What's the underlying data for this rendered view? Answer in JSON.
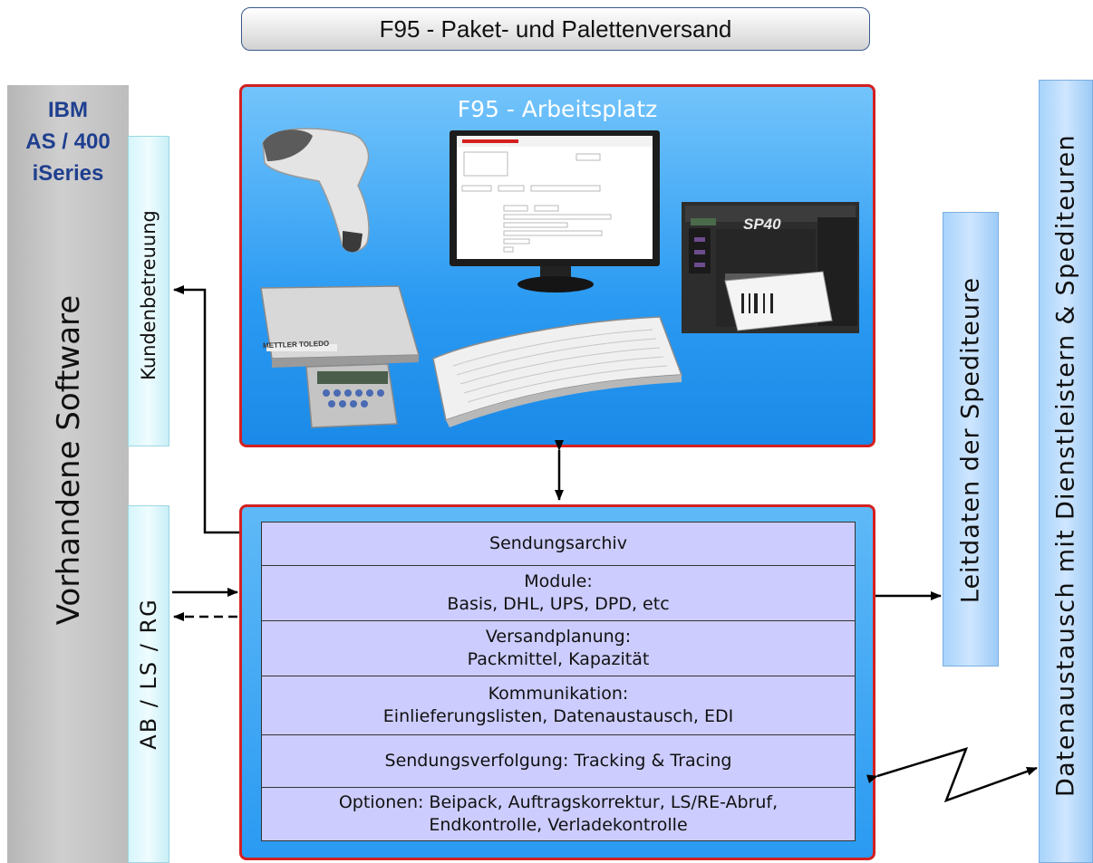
{
  "title": "F95 - Paket- und Palettenversand",
  "left_column": {
    "system_lines": [
      "IBM",
      "AS / 400",
      "iSeries"
    ],
    "label": "Vorhandene Software",
    "tab_top": "Kundenbetreuung",
    "tab_bottom": "AB / LS / RG"
  },
  "workstation": {
    "title": "F95 - Arbeitsplatz",
    "scale_brand": "METTLER TOLEDO",
    "printer_label": "SP40"
  },
  "modules": [
    {
      "lines": [
        "Sendungsarchiv"
      ]
    },
    {
      "lines": [
        "Module:",
        "Basis, DHL, UPS, DPD, etc"
      ]
    },
    {
      "lines": [
        "Versandplanung:",
        "Packmittel, Kapazität"
      ]
    },
    {
      "lines": [
        "Kommunikation:",
        "Einlieferungslisten, Datenaustausch, EDI"
      ]
    },
    {
      "lines": [
        "Sendungsverfolgung: Tracking & Tracing"
      ]
    },
    {
      "lines": [
        "Optionen: Beipack, Auftragskorrektur, LS/RE-Abruf,",
        "Endkontrolle, Verladekontrolle"
      ]
    }
  ],
  "right": {
    "leitdaten": "Leitdaten der Spediteure",
    "datenaustausch": "Datenaustausch mit Dienstleistern & Spediteuren"
  },
  "colors": {
    "box_border": "#d42020",
    "workstation_bg": "#2a9af2",
    "module_table_bg": "#ccccff",
    "ibm_text": "#1f3f8f"
  }
}
